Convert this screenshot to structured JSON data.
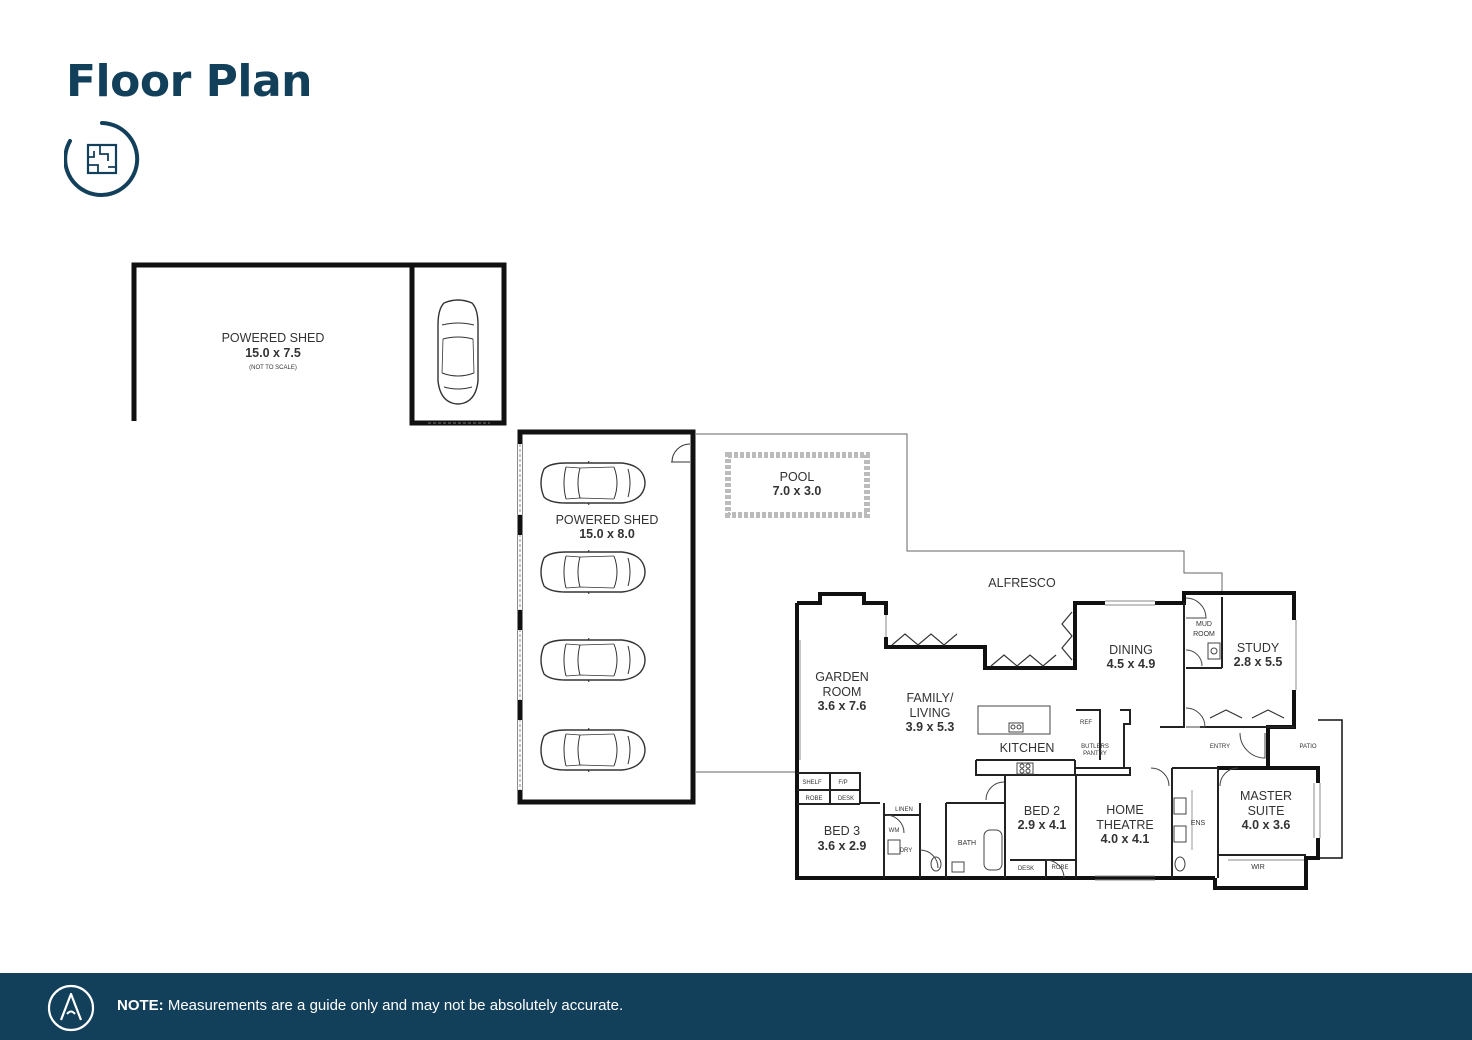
{
  "page": {
    "title": "Floor Plan"
  },
  "icons": {
    "title_icon": "floor-plan-icon",
    "footer_logo": "compass-a-logo",
    "vehicles": "car-icon"
  },
  "colors": {
    "brand": "#123f5a",
    "wall": "#111111",
    "background": "#ffffff"
  },
  "plan": {
    "shed_top": {
      "name": "POWERED SHED",
      "dims": "15.0 x 7.5",
      "note": "(NOT TO SCALE)"
    },
    "shed_main": {
      "name": "POWERED SHED",
      "dims": "15.0 x 8.0"
    },
    "pool": {
      "name": "POOL",
      "dims": "7.0 x 3.0"
    },
    "alfresco": {
      "name": "ALFRESCO"
    },
    "garden": {
      "name1": "GARDEN",
      "name2": "ROOM",
      "dims": "3.6 x 7.6"
    },
    "family": {
      "name1": "FAMILY/",
      "name2": "LIVING",
      "dims": "3.9 x 5.3"
    },
    "kitchen": {
      "name": "KITCHEN"
    },
    "dining": {
      "name": "DINING",
      "dims": "4.5 x 4.9"
    },
    "mud": {
      "name1": "MUD",
      "name2": "ROOM"
    },
    "study": {
      "name": "STUDY",
      "dims": "2.8 x 5.5"
    },
    "bed3": {
      "name": "BED 3",
      "dims": "3.6 x 2.9"
    },
    "bed2": {
      "name": "BED 2",
      "dims": "2.9 x 4.1"
    },
    "theatre": {
      "name1": "HOME",
      "name2": "THEATRE",
      "dims": "4.0 x 4.1"
    },
    "master": {
      "name1": "MASTER",
      "name2": "SUITE",
      "dims": "4.0 x 3.6"
    },
    "labels": {
      "entry": "ENTRY",
      "patio": "PATIO",
      "ens": "ENS",
      "wir": "WIR",
      "bath": "BATH",
      "linen": "LINEN",
      "dry": "DRY",
      "wm": "WM",
      "desk": "DESK",
      "robe": "ROBE",
      "shelf": "SHELF",
      "fp": "F/P",
      "ref": "REF",
      "butlers1": "BUTLERS",
      "butlers2": "PANTRY"
    }
  },
  "footer": {
    "note_label": "NOTE:",
    "note_text": " Measurements are a guide only and may not be absolutely accurate."
  }
}
